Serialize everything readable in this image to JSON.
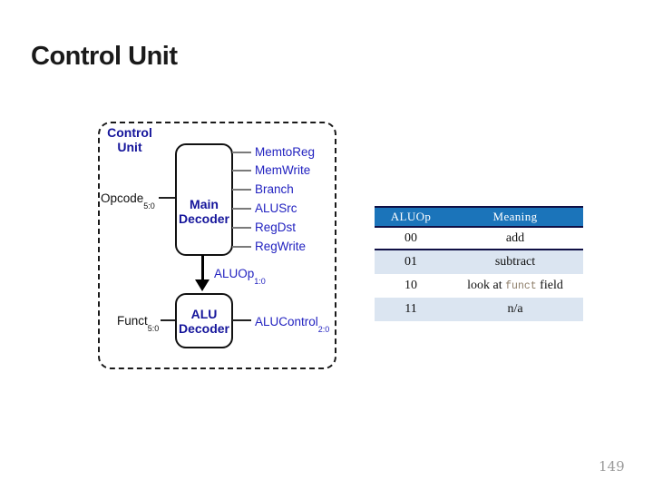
{
  "slide": {
    "title": "Control Unit",
    "page_number": "149"
  },
  "diagram": {
    "unit_label_line1": "Control",
    "unit_label_line2": "Unit",
    "main_decoder_line1": "Main",
    "main_decoder_line2": "Decoder",
    "alu_decoder_line1": "ALU",
    "alu_decoder_line2": "Decoder",
    "opcode": {
      "base": "Opcode",
      "sub": "5:0"
    },
    "funct": {
      "base": "Funct",
      "sub": "5:0"
    },
    "aluop": {
      "base": "ALUOp",
      "sub": "1:0"
    },
    "alucontrol": {
      "base": "ALUControl",
      "sub": "2:0"
    },
    "outputs": [
      "MemtoReg",
      "MemWrite",
      "Branch",
      "ALUSrc",
      "RegDst",
      "RegWrite"
    ]
  },
  "table": {
    "headers": [
      "ALUOp",
      "Meaning"
    ],
    "rows": [
      {
        "code": "00",
        "meaning": "add"
      },
      {
        "code": "01",
        "meaning": "subtract"
      },
      {
        "code": "10",
        "meaning_pre": "look at ",
        "meaning_funct": "funct",
        "meaning_post": " field"
      },
      {
        "code": "11",
        "meaning": "n/a"
      }
    ]
  },
  "colors": {
    "title-text": "#1a1a1a",
    "diagram-blue": "#2222c0",
    "diagram-navy": "#15159b",
    "line-gray": "#7a7a7a",
    "table-header-bg": "#1b74ba",
    "table-header-text": "#ffffff",
    "table-alt-row": "#dbe5f1",
    "table-rule": "#0f0f45",
    "funct-text": "#8d7d68",
    "page-number": "#9a9a9a"
  }
}
